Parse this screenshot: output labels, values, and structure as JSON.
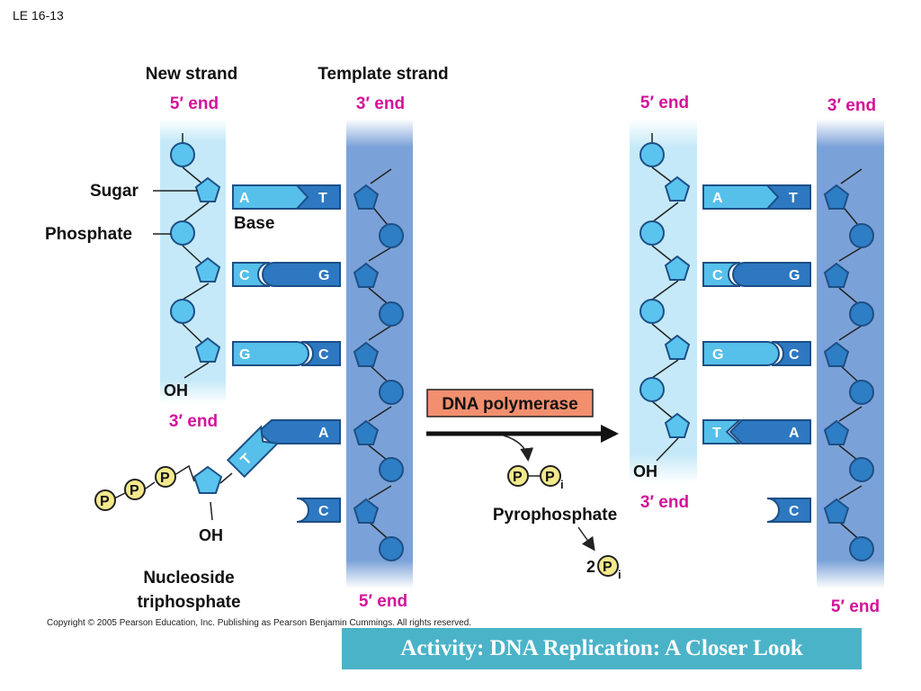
{
  "slide_label": "LE 16-13",
  "labels": {
    "new_strand": "New strand",
    "template_strand": "Template strand",
    "sugar": "Sugar",
    "phosphate": "Phosphate",
    "base": "Base",
    "oh": "OH",
    "nucleoside_line1": "Nucleoside",
    "nucleoside_line2": "triphosphate",
    "pyrophosphate": "Pyrophosphate",
    "enzyme": "DNA polymerase"
  },
  "ends": {
    "five": "5′ end",
    "three": "3′ end"
  },
  "phosphate_symbol": "P",
  "inorganic_subscript": "i",
  "two_count": "2",
  "left_pairs": [
    {
      "new": "A",
      "template": "T"
    },
    {
      "new": "C",
      "template": "G"
    },
    {
      "new": "G",
      "template": "C"
    }
  ],
  "incoming": {
    "nucleotide": "T",
    "template_next": "A",
    "template_last": "C"
  },
  "right_pairs": [
    {
      "new": "A",
      "template": "T"
    },
    {
      "new": "C",
      "template": "G"
    },
    {
      "new": "G",
      "template": "C"
    },
    {
      "new": "T",
      "template": "A"
    }
  ],
  "right_unpaired": "C",
  "copyright": "Copyright © 2005 Pearson Education, Inc. Publishing as Pearson Benjamin Cummings. All rights reserved.",
  "activity_link": "Activity: DNA Replication: A Closer Look",
  "colors": {
    "light_strand": "#c5e9f8",
    "template_strand": "#7ba2d8",
    "enzyme_box": "#f28f6e",
    "end_label": "#d4129a",
    "banner": "#4bb3c8"
  }
}
